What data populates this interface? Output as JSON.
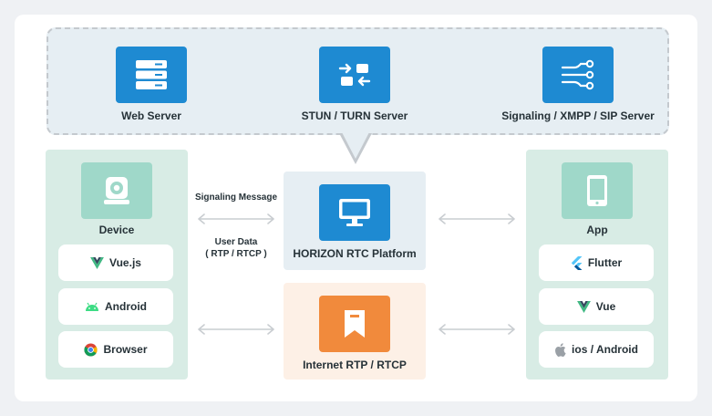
{
  "servers": {
    "web_server": {
      "label": "Web Server",
      "icon": "server-rack-icon"
    },
    "stun_turn": {
      "label": "STUN / TURN Server",
      "icon": "swap-arrows-icon"
    },
    "signaling": {
      "label": "Signaling  / XMPP / SIP Server",
      "icon": "network-nodes-icon"
    }
  },
  "device": {
    "label": "Device",
    "icon": "camera-device-icon",
    "items": [
      {
        "label": "Vue.js",
        "icon": "vue-logo-icon"
      },
      {
        "label": "Android",
        "icon": "android-logo-icon"
      },
      {
        "label": "Browser",
        "icon": "chrome-logo-icon"
      }
    ]
  },
  "app": {
    "label": "App",
    "icon": "mobile-phone-icon",
    "items": [
      {
        "label": "Flutter",
        "icon": "flutter-logo-icon"
      },
      {
        "label": "Vue",
        "icon": "vue-logo-icon"
      },
      {
        "label": "ios / Android",
        "icon": "apple-logo-icon"
      }
    ]
  },
  "platform": {
    "label": "HORIZON RTC Platform",
    "icon": "monitor-icon"
  },
  "internet": {
    "label": "Internet RTP / RTCP",
    "icon": "bookmark-icon"
  },
  "links": {
    "signaling_message": "Signaling Message",
    "user_data": "User Data",
    "user_data_protocols": "( RTP / RTCP )"
  },
  "colors": {
    "primary_blue": "#1e8ad2",
    "mint": "#9fd8c9",
    "mint_panel": "#d8ece5",
    "orange": "#f18a3c",
    "light_orange_panel": "#fdf0e6",
    "server_panel": "#e6eef3"
  }
}
